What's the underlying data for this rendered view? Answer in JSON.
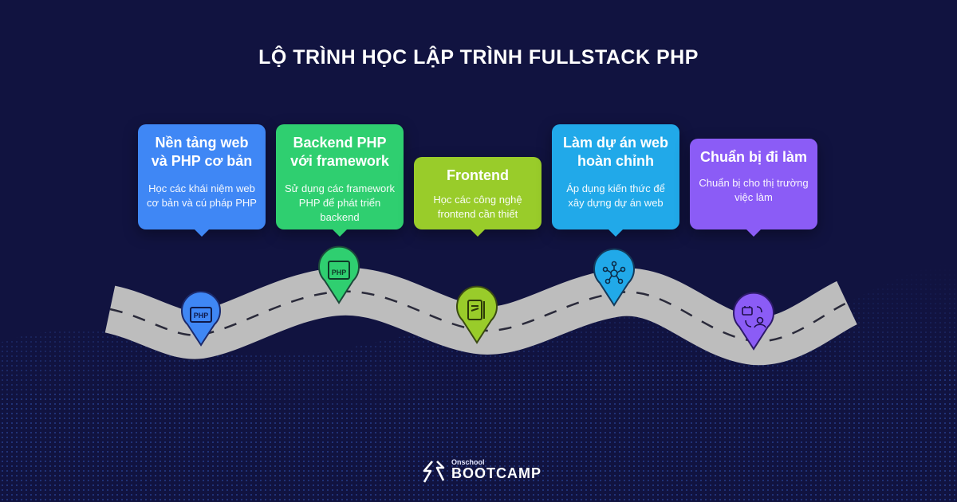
{
  "title": "LỘ TRÌNH HỌC LẬP TRÌNH FULLSTACK PHP",
  "colors": {
    "background": "#111340",
    "road": "#bdbdbd",
    "step1": "#3f87f5",
    "step2": "#2fcf70",
    "step3": "#99cc2a",
    "step4": "#21a9e9",
    "step5": "#8b5cf6"
  },
  "steps": [
    {
      "title": "Nền tảng web và PHP cơ bản",
      "description": "Học các khái niệm web cơ bản và cú pháp PHP",
      "icon": "php-icon"
    },
    {
      "title": "Backend PHP với framework",
      "description": "Sử dụng các framework PHP để phát triển backend",
      "icon": "php-icon"
    },
    {
      "title": "Frontend",
      "description": "Học các công nghệ frontend cần thiết",
      "icon": "frontend-icon"
    },
    {
      "title": "Làm dự án web hoàn chỉnh",
      "description": "Áp dụng kiến thức để xây dựng dự án web",
      "icon": "network-icon"
    },
    {
      "title": "Chuẩn bị đi làm",
      "description": "Chuẩn bị cho thị trường việc làm",
      "icon": "career-icon"
    }
  ],
  "brand": {
    "small": "Onschool",
    "name": "BOOTCAMP"
  }
}
